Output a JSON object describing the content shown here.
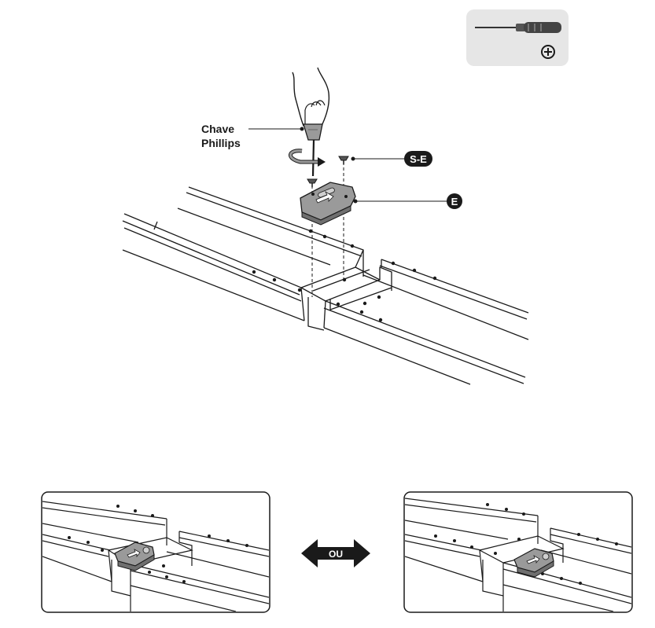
{
  "tool_callout": {
    "icon": "phillips-screwdriver-icon",
    "symbol": "⊕",
    "background_color": "#e6e6e6"
  },
  "labels": {
    "tool_line1": "Chave",
    "tool_line2": "Phillips",
    "screw_part": "S-E",
    "bracket_part": "E",
    "alternative": "OU"
  },
  "colors": {
    "ink": "#1a1a1a",
    "part_gray": "#9a9a9a",
    "part_gray_dark": "#6f6f6f",
    "badge": "#1a1a1a"
  }
}
